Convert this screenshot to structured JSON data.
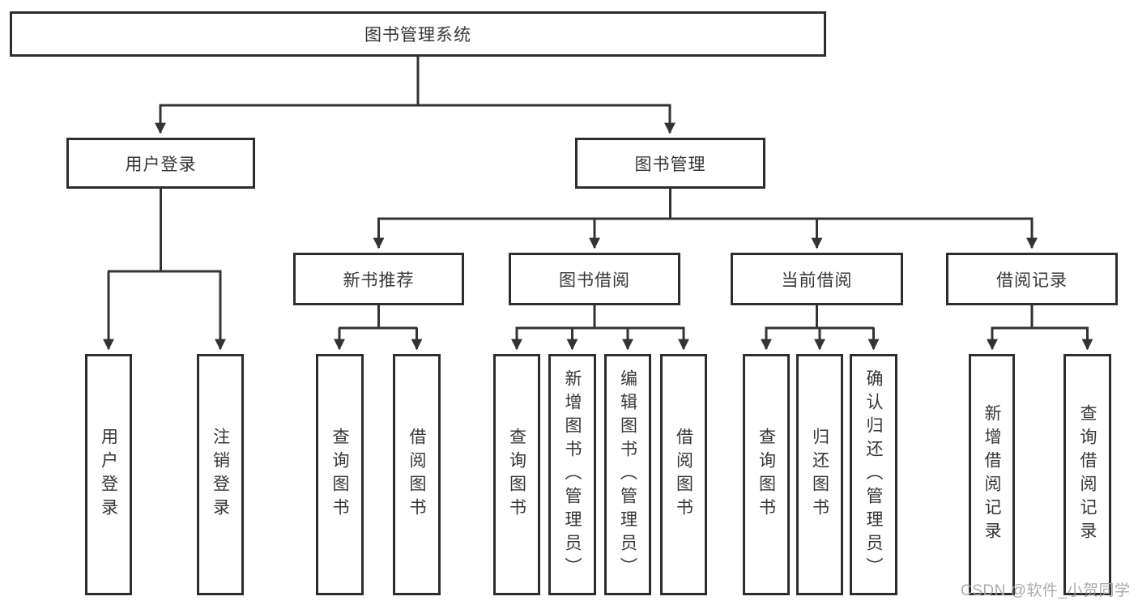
{
  "diagram": {
    "root": {
      "label": "图书管理系统"
    },
    "level2": [
      {
        "label": "用户登录"
      },
      {
        "label": "图书管理"
      }
    ],
    "level3": [
      {
        "label": "新书推荐"
      },
      {
        "label": "图书借阅"
      },
      {
        "label": "当前借阅"
      },
      {
        "label": "借阅记录"
      }
    ],
    "leaves": {
      "user_login": [
        "用户登录",
        "注销登录"
      ],
      "new_book": [
        "查询图书",
        "借阅图书"
      ],
      "book_borrow": [
        "查询图书",
        "新增图书（管理员）",
        "编辑图书（管理员）",
        "借阅图书"
      ],
      "current_borrow": [
        "查询图书",
        "归还图书",
        "确认归还（管理员）"
      ],
      "borrow_record": [
        "新增借阅记录",
        "查询借阅记录"
      ]
    }
  },
  "watermark": "CSDN @软件_小贺同学",
  "colors": {
    "line": "#333333",
    "border": "#2d2d2d",
    "text": "#363636",
    "watermark": "#a4a4a4",
    "background": "#ffffff"
  }
}
